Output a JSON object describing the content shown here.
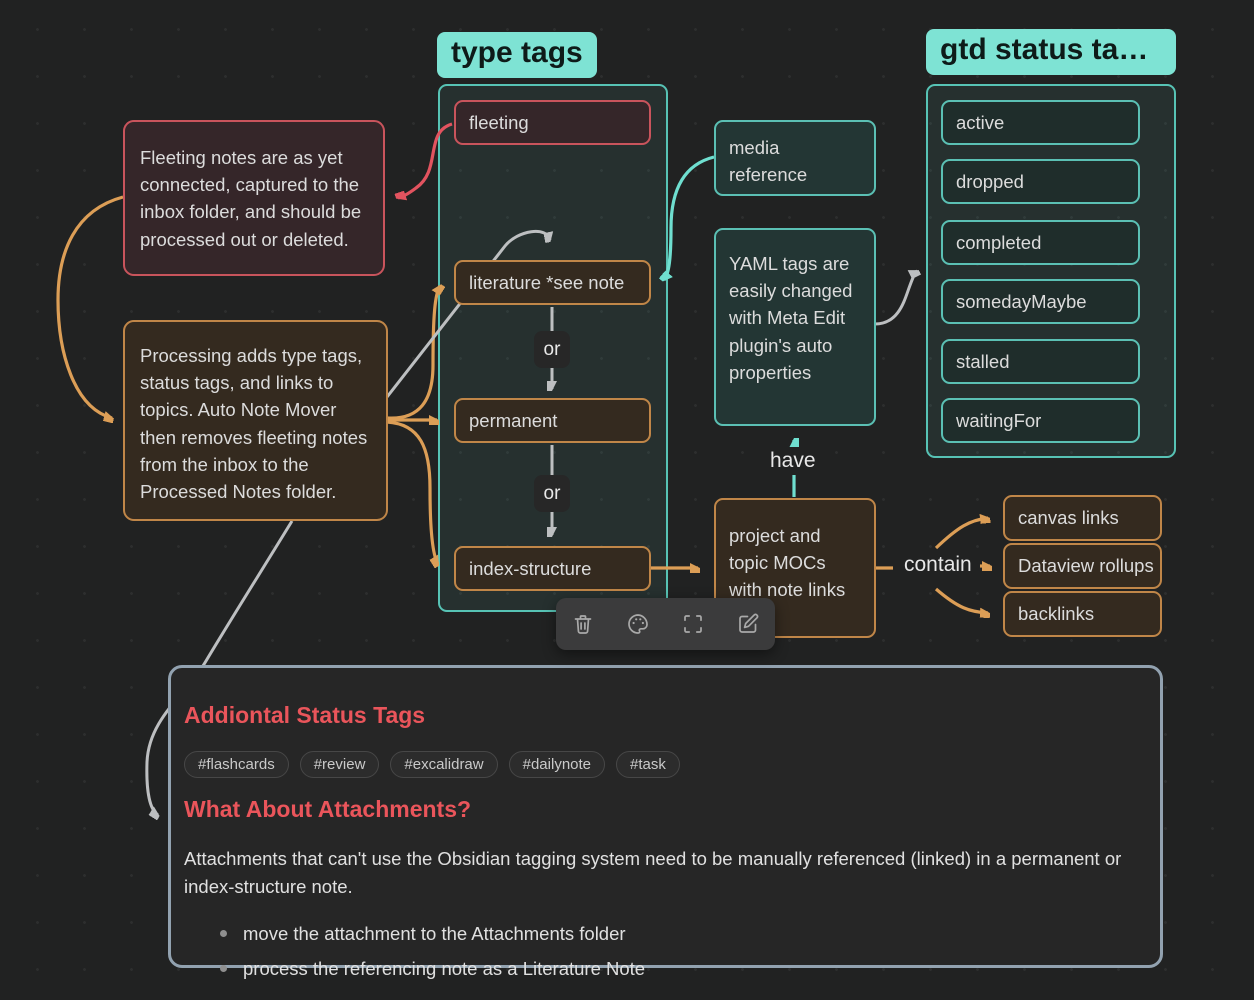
{
  "colors": {
    "accent_teal": "#7ee3d4",
    "border_teal": "#5bc0b4",
    "edge_teal": "#6fdfd0",
    "edge_red": "#e2535f",
    "edge_orange": "#dc9e56",
    "edge_gray": "#bdbfc1",
    "heading_red": "#ea555b"
  },
  "groups": {
    "type_tags_label": "type tags",
    "gtd_label": "gtd status ta…"
  },
  "nodes": {
    "fleeting": "fleeting",
    "literature": "literature *see note",
    "permanent": "permanent",
    "index_structure": "index-structure",
    "fleeting_note": "Fleeting notes are as yet connected, captured to the inbox folder, and should be processed out or deleted.",
    "processing_note": "Processing adds type tags, status tags, and links to topics. Auto Note Mover then removes fleeting notes from the inbox to the Processed Notes folder.",
    "media_reference": "media reference",
    "yaml_note": "YAML tags are easily changed with Meta Edit plugin's auto properties",
    "project_note": "project and topic MOCs with note links",
    "active": "active",
    "dropped": "dropped",
    "completed": "completed",
    "somedayMaybe": "somedayMaybe",
    "stalled": "stalled",
    "waitingFor": "waitingFor",
    "canvas_links": "canvas links",
    "dataview_rollups": "Dataview rollups",
    "backlinks": "backlinks"
  },
  "edge_labels": {
    "or1": "or",
    "or2": "or",
    "have": "have",
    "contain": "contain"
  },
  "bottom_note": {
    "heading1": "Addiontal Status Tags",
    "tags": [
      "#flashcards",
      "#review",
      "#excalidraw",
      "#dailynote",
      "#task"
    ],
    "heading2": "What About Attachments?",
    "body": "Attachments that can't use the Obsidian tagging system need to be manually referenced (linked) in a permanent or index-structure note.",
    "bullets": [
      "move the attachment to the Attachments folder",
      "process the referencing note as a Literature Note"
    ]
  },
  "toolbar": {
    "icons": [
      "trash-icon",
      "palette-icon",
      "frame-icon",
      "edit-icon"
    ]
  }
}
